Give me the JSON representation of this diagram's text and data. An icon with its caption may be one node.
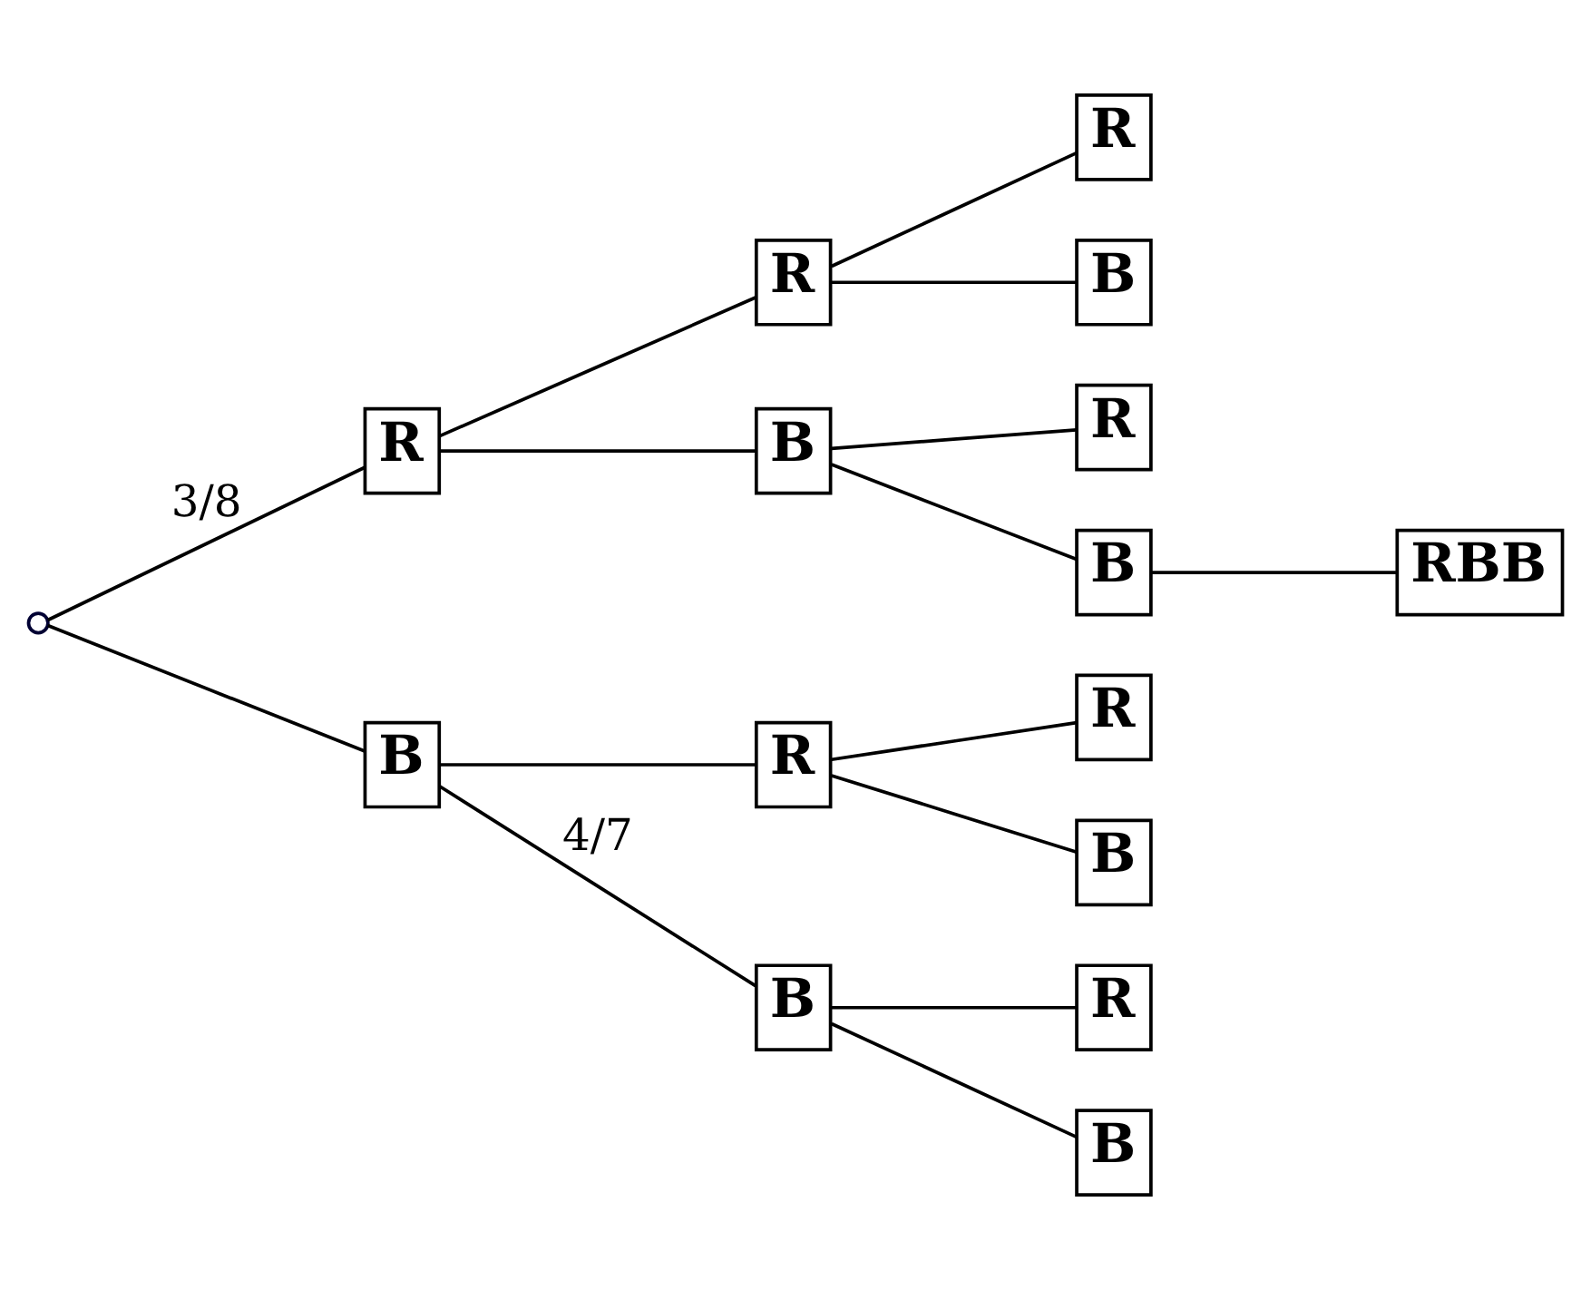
{
  "diagram": {
    "nodes": [
      {
        "text": [],
        "shape": "circle"
      },
      {
        "text": [
          "R"
        ]
      },
      {
        "text": [
          "B"
        ]
      },
      {
        "text": [
          "R"
        ]
      },
      {
        "text": [
          "B"
        ]
      },
      {
        "text": [
          "R"
        ]
      },
      {
        "text": [
          "B"
        ]
      },
      {
        "text": [
          "R"
        ]
      },
      {
        "text": [
          "B"
        ]
      },
      {
        "text": [
          "R"
        ]
      },
      {
        "text": [
          "B"
        ]
      },
      {
        "text": [
          "R"
        ]
      },
      {
        "text": [
          "B"
        ]
      },
      {
        "text": [
          "R"
        ]
      },
      {
        "text": [
          "B"
        ]
      },
      {
        "text": [
          "RBB"
        ]
      }
    ],
    "edges": [
      {
        "from": 0,
        "to": 1,
        "arrow": "none",
        "label": "3/8"
      },
      {
        "from": 0,
        "to": 2,
        "arrow": "none"
      },
      {
        "from": 1,
        "to": 3,
        "arrow": "none"
      },
      {
        "from": 1,
        "to": 4,
        "arrow": "none"
      },
      {
        "from": 2,
        "to": 5,
        "arrow": "none"
      },
      {
        "from": 2,
        "to": 6,
        "arrow": "none",
        "label": "4/7"
      },
      {
        "from": 3,
        "to": 7,
        "arrow": "none"
      },
      {
        "from": 3,
        "to": 8,
        "arrow": "none"
      },
      {
        "from": 4,
        "to": 9,
        "arrow": "none"
      },
      {
        "from": 4,
        "to": 10,
        "arrow": "none"
      },
      {
        "from": 5,
        "to": 11,
        "arrow": "none"
      },
      {
        "from": 5,
        "to": 12,
        "arrow": "none"
      },
      {
        "from": 6,
        "to": 13,
        "arrow": "none"
      },
      {
        "from": 6,
        "to": 14,
        "arrow": "none"
      },
      {
        "from": 10,
        "to": 15,
        "arrow": "none"
      }
    ]
  }
}
